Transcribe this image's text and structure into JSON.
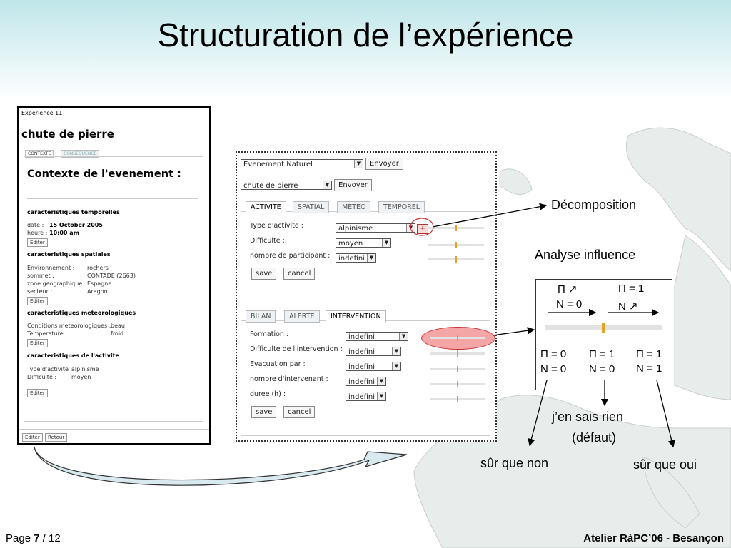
{
  "slide": {
    "title": "Structuration de l’expérience",
    "footer_left_prefix": "Page ",
    "footer_page": "7",
    "footer_total": " / 12",
    "footer_right": "Atelier RàPC’06 - Besançon"
  },
  "left_panel": {
    "breadcrumb": "Experience 11",
    "heading": "chute de pierre",
    "tabs": [
      "CONTEXTE",
      "CONSEQUENCE"
    ],
    "context_title": "Contexte de l'evenement :",
    "temporal": {
      "header": "caracteristiques temporelles",
      "date_label": "date :",
      "date_value": "15 October 2005",
      "heure_label": "heure :",
      "heure_value": "10:00 am",
      "edit": "Editer"
    },
    "spatial": {
      "header": "caracteristiques spatiales",
      "rows": [
        {
          "label": "Environnement :",
          "value": "rochers"
        },
        {
          "label": "sommet :",
          "value": "CONTADE (2663)"
        },
        {
          "label": "zone geographique :",
          "value": "Espagne"
        },
        {
          "label": "secteur :",
          "value": "Aragon"
        }
      ],
      "edit": "Editer"
    },
    "meteo": {
      "header": "caracteristiques meteorologiques",
      "rows": [
        {
          "label": "Conditions meteorologiques :",
          "value": "beau"
        },
        {
          "label": "Temperature :",
          "value": "froid"
        }
      ],
      "edit": "Editer"
    },
    "activite": {
      "header": "caracteristiques de l'activite",
      "rows": [
        {
          "label": "Type d'activite :",
          "value": "alpinisme"
        },
        {
          "label": "Difficulte :",
          "value": "moyen"
        }
      ],
      "edit": "Editer"
    },
    "bottom_buttons": [
      "Editer",
      "Retour"
    ]
  },
  "middle_panel": {
    "select1": "Evenement Naturel",
    "send1": "Envoyer",
    "select2": "chute de pierre",
    "send2": "Envoyer",
    "tabs_top": [
      "ACTIVITE",
      "SPATIAL",
      "METEO",
      "TEMPOREL"
    ],
    "rows_top": [
      {
        "label": "Type d'activite :",
        "value": "alpinisme"
      },
      {
        "label": "Difficulte :",
        "value": "moyen"
      },
      {
        "label": "nombre de participant :",
        "value": "indefini"
      }
    ],
    "plus_icon": "+",
    "save": "save",
    "cancel": "cancel",
    "tabs_bottom": [
      "BILAN",
      "ALERTE",
      "INTERVENTION"
    ],
    "rows_bottom": [
      {
        "label": "Formation :",
        "value": "indefini"
      },
      {
        "label": "Difficulte de l'intervention :",
        "value": "indefini"
      },
      {
        "label": "Evacuation par :",
        "value": "indefini"
      },
      {
        "label": "nombre d'intervenant :",
        "value": "indefini"
      },
      {
        "label": "duree (h) :",
        "value": "indefini"
      }
    ],
    "save2": "save",
    "cancel2": "cancel"
  },
  "annotations": {
    "decomposition": "Décomposition",
    "analyse": "Analyse influence",
    "pi_up": "Π ↗",
    "n0": "N = 0",
    "pi1": "Π = 1",
    "n_up": "N ↗",
    "c1a": "Π = 0",
    "c1b": "N = 0",
    "c2a": "Π = 1",
    "c2b": "N = 0",
    "c3a": "Π = 1",
    "c3b": "N = 1",
    "jen1": "j’en sais rien",
    "jen2": "(défaut)",
    "sur_non": "sûr que non",
    "sur_oui": "sûr que oui"
  },
  "colors": {
    "highlight": "#f4a6a6",
    "knob": "#e8a020",
    "header_bg": "#bfe6ea"
  }
}
